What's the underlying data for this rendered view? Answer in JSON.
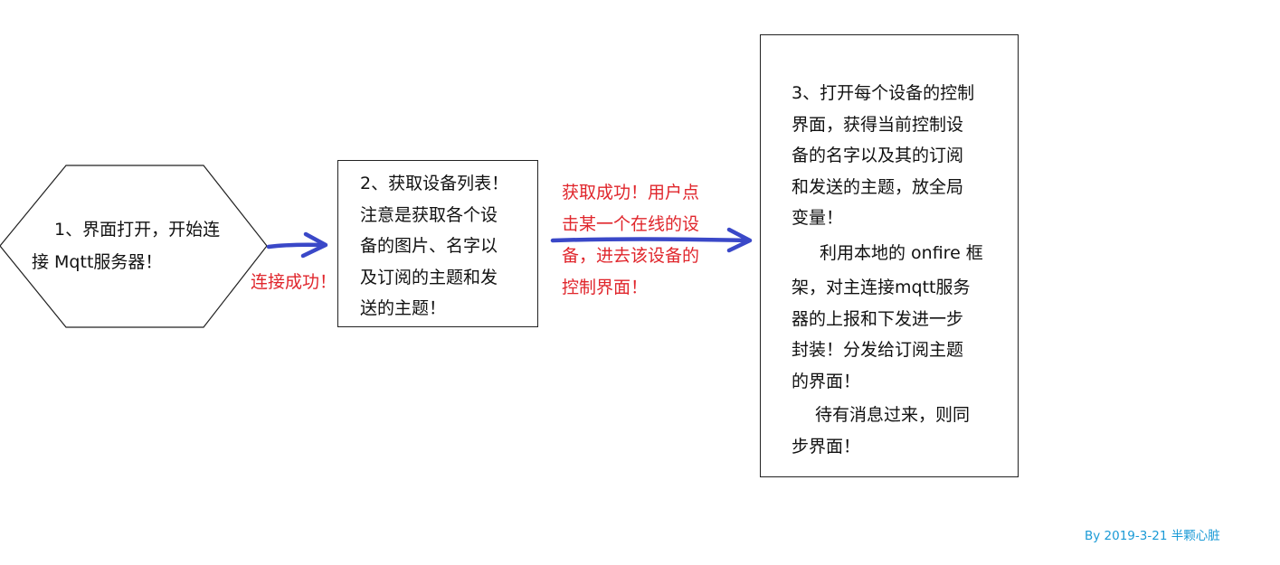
{
  "nodes": {
    "step1": {
      "lines": [
        "1、界面打开，开始连",
        "接 Mqtt服务器！"
      ]
    },
    "step2": {
      "lines": [
        "2、获取设备列表！",
        "注意是获取各个设",
        "备的图片、名字以",
        "及订阅的主题和发",
        "送的主题！"
      ]
    },
    "step3": {
      "lines": [
        "3、打开每个设备的控制",
        "界面，获得当前控制设",
        "备的名字以及其的订阅",
        "和发送的主题，放全局",
        "变量！",
        "利用本地的 onfire 框",
        "架，对主连接mqtt服务",
        "器的上报和下发进一步",
        "封装！分发给订阅主题",
        "的界面！",
        "待有消息过来，则同",
        "步界面！"
      ]
    }
  },
  "edges": {
    "edge1": {
      "label": "连接成功！"
    },
    "edge2": {
      "lines": [
        "获取成功！用户点",
        "击某一个在线的设",
        "备，进去该设备的",
        "控制界面！"
      ]
    }
  },
  "footer": {
    "credit": "By 2019-3-21 半颗心脏"
  },
  "colors": {
    "outline": "#222222",
    "edge_label": "#e0262c",
    "arrow": "#3a48c8",
    "credit": "#1a9ad6",
    "text": "#111111"
  }
}
